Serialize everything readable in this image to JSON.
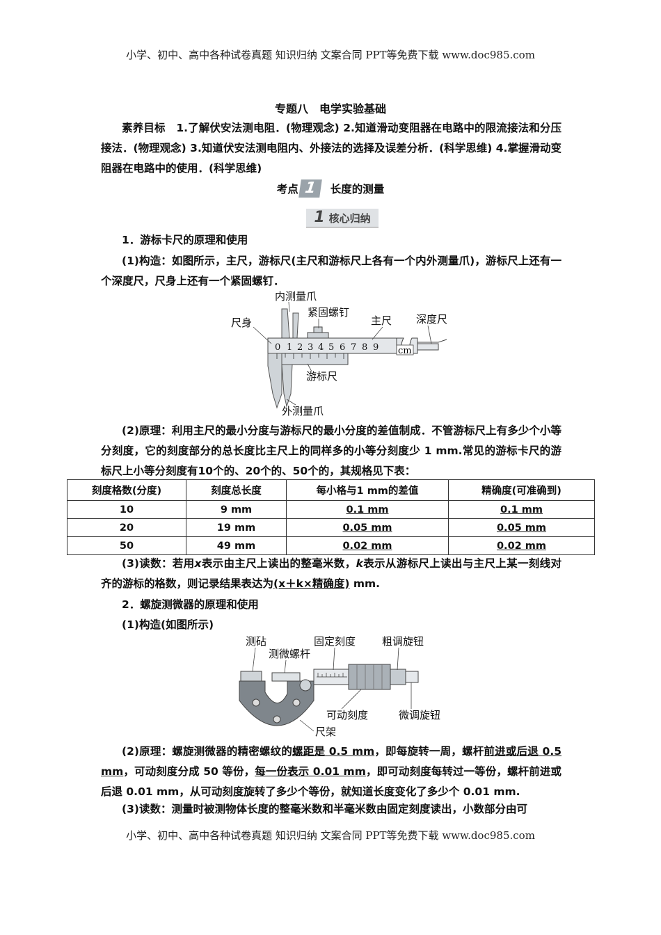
{
  "header": {
    "text": "小学、初中、高中各种试卷真题  知识归纳  文案合同  PPT等免费下载      www.doc985.com"
  },
  "footer": {
    "text": "小学、初中、高中各种试卷真题  知识归纳  文案合同  PPT等免费下载      www.doc985.com"
  },
  "title": "专题八　电学实验基础",
  "goals": "素养目标　1.了解伏安法测电阻．(物理观念) 2.知道滑动变阻器在电路中的限流接法和分压接法．(物理观念) 3.知道伏安法测电阻内、外接法的选择及误差分析．(科学思维) 4.掌握滑动变阻器在电路中的使用．(科学思维)",
  "kaodian": {
    "prefix": "考点",
    "num": "1",
    "title": "长度的测量"
  },
  "core": {
    "num": "1",
    "label": "核心归纳"
  },
  "s1": {
    "heading": "1．游标卡尺的原理和使用",
    "p1": "(1)构造：如图所示，主尺，游标尺(主尺和游标尺上各有一个内外测量爪)，游标尺上还有一个深度尺，尺身上还有一个紧固螺钉．",
    "fig": {
      "inner_jaw": "内测量爪",
      "screw": "紧固螺钉",
      "main_scale": "主尺",
      "depth": "深度尺",
      "body": "尺身",
      "vernier": "游标尺",
      "outer_jaw": "外测量爪",
      "unit": "cm",
      "ticks": [
        "0",
        "1",
        "2",
        "3",
        "4",
        "5",
        "6",
        "7",
        "8",
        "9"
      ]
    },
    "p2": "(2)原理：利用主尺的最小分度与游标尺的最小分度的差值制成．不管游标尺上有多少个小等分刻度，它的刻度部分的总长度比主尺上的同样多的小等分刻度少 1 mm.常见的游标卡尺的游标尺上小等分刻度有10个的、20个的、50个的，其规格见下表：",
    "table": {
      "headers": [
        "刻度格数(分度)",
        "刻度总长度",
        "每小格与1 mm的差值",
        "精确度(可准确到)"
      ],
      "rows": [
        [
          "10",
          "9 mm",
          "0.1  mm",
          "0.1  mm"
        ],
        [
          "20",
          "19 mm",
          "0.05  mm",
          "0.05  mm"
        ],
        [
          "50",
          "49 mm",
          "0.02  mm",
          "0.02  mm"
        ]
      ]
    },
    "p3a": "(3)读数：若用",
    "p3x": "x",
    "p3b": "表示由主尺上读出的整毫米数，",
    "p3k": "k",
    "p3c": "表示从游标尺上读出与主尺上某一刻线对齐的游标的格数，则记录结果表达为",
    "p3f": "(x＋k×精确度)",
    "p3d": " mm."
  },
  "s2": {
    "heading": "2．螺旋测微器的原理和使用",
    "p1": "(1)构造(如图所示)",
    "fig": {
      "anvil": "测砧",
      "fixed": "固定刻度",
      "coarse": "粗调旋钮",
      "spindle": "测微螺杆",
      "movable": "可动刻度",
      "fine": "微调旋钮",
      "frame": "尺架"
    },
    "p2a": "(2)原理：螺旋测微器的精密螺纹的",
    "p2u1": "螺距是 0.5  mm",
    "p2b": "，即每旋转一周，螺杆",
    "p2u2": "前进或后退 0.5  mm",
    "p2c": "，可动刻度分成 50 等份，",
    "p2u3": "每一份表示 0.01  mm",
    "p2d": "，即可动刻度每转过一等份，螺杆前进或后退 0.01 mm，从可动刻度旋转了多少个等份，就知道长度变化了多少个 0.01 mm.",
    "p3": "(3)读数：测量时被测物体长度的整毫米数和半毫米数由固定刻度读出，小数部分由可"
  }
}
